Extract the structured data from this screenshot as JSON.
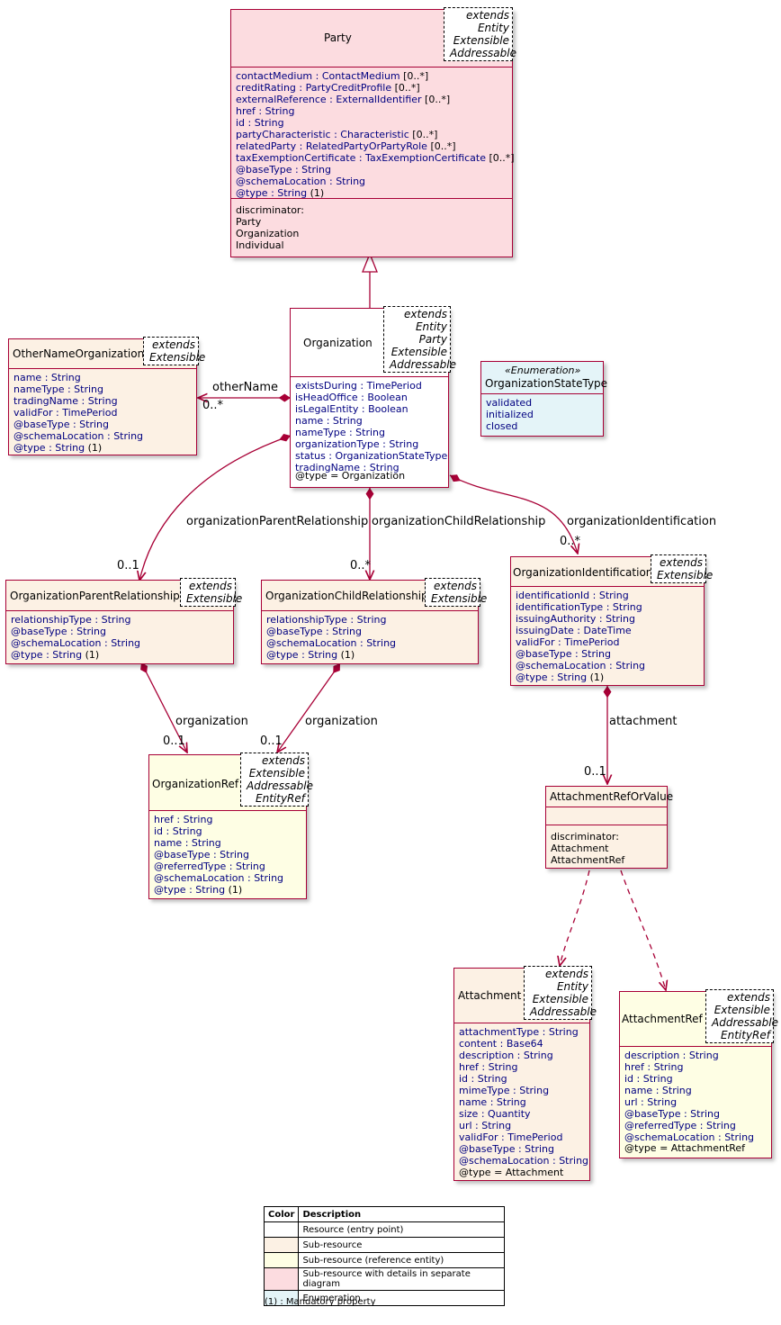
{
  "classes": {
    "party": {
      "name": "Party",
      "extends": [
        "extends",
        "Entity",
        "Extensible",
        "Addressable"
      ],
      "attributes": [
        {
          "t": "contactMedium : ContactMedium",
          "m": "[0..*]"
        },
        {
          "t": "creditRating : PartyCreditProfile",
          "m": "[0..*]"
        },
        {
          "t": "externalReference : ExternalIdentifier",
          "m": "[0..*]"
        },
        {
          "t": "href : String",
          "m": ""
        },
        {
          "t": "id : String",
          "m": ""
        },
        {
          "t": "partyCharacteristic : Characteristic",
          "m": "[0..*]"
        },
        {
          "t": "relatedParty : RelatedPartyOrPartyRole",
          "m": "[0..*]"
        },
        {
          "t": "taxExemptionCertificate : TaxExemptionCertificate",
          "m": "[0..*]"
        },
        {
          "t": "@baseType : String",
          "m": ""
        },
        {
          "t": "@schemaLocation : String",
          "m": ""
        },
        {
          "t": "@type : String",
          "m": "(1)"
        }
      ],
      "discriminator": [
        "discriminator:",
        "Party",
        "Organization",
        "Individual"
      ]
    },
    "organization": {
      "name": "Organization",
      "extends": [
        "extends",
        "Entity",
        "Party",
        "Extensible",
        "Addressable"
      ],
      "attributes": [
        {
          "t": "existsDuring : TimePeriod",
          "m": ""
        },
        {
          "t": "isHeadOffice : Boolean",
          "m": ""
        },
        {
          "t": "isLegalEntity : Boolean",
          "m": ""
        },
        {
          "t": "name : String",
          "m": ""
        },
        {
          "t": "nameType : String",
          "m": ""
        },
        {
          "t": "organizationType : String",
          "m": ""
        },
        {
          "t": "status : OrganizationStateType",
          "m": ""
        },
        {
          "t": "tradingName : String",
          "m": ""
        }
      ],
      "fixed": "@type = Organization"
    },
    "other_name": {
      "name": "OtherNameOrganization",
      "extends": [
        "extends",
        "Extensible"
      ],
      "attributes": [
        {
          "t": "name : String",
          "m": ""
        },
        {
          "t": "nameType : String",
          "m": ""
        },
        {
          "t": "tradingName : String",
          "m": ""
        },
        {
          "t": "validFor : TimePeriod",
          "m": ""
        },
        {
          "t": "@baseType : String",
          "m": ""
        },
        {
          "t": "@schemaLocation : String",
          "m": ""
        },
        {
          "t": "@type : String",
          "m": "(1)"
        }
      ]
    },
    "state_type": {
      "stereotype": "«Enumeration»",
      "name": "OrganizationStateType",
      "values": [
        "validated",
        "initialized",
        "closed"
      ]
    },
    "parent_rel": {
      "name": "OrganizationParentRelationship",
      "extends": [
        "extends",
        "Extensible"
      ],
      "attributes": [
        {
          "t": "relationshipType : String",
          "m": ""
        },
        {
          "t": "@baseType : String",
          "m": ""
        },
        {
          "t": "@schemaLocation : String",
          "m": ""
        },
        {
          "t": "@type : String",
          "m": "(1)"
        }
      ]
    },
    "child_rel": {
      "name": "OrganizationChildRelationship",
      "extends": [
        "extends",
        "Extensible"
      ],
      "attributes": [
        {
          "t": "relationshipType : String",
          "m": ""
        },
        {
          "t": "@baseType : String",
          "m": ""
        },
        {
          "t": "@schemaLocation : String",
          "m": ""
        },
        {
          "t": "@type : String",
          "m": "(1)"
        }
      ]
    },
    "org_ident": {
      "name": "OrganizationIdentification",
      "extends": [
        "extends",
        "Extensible"
      ],
      "attributes": [
        {
          "t": "identificationId : String",
          "m": ""
        },
        {
          "t": "identificationType : String",
          "m": ""
        },
        {
          "t": "issuingAuthority : String",
          "m": ""
        },
        {
          "t": "issuingDate : DateTime",
          "m": ""
        },
        {
          "t": "validFor : TimePeriod",
          "m": ""
        },
        {
          "t": "@baseType : String",
          "m": ""
        },
        {
          "t": "@schemaLocation : String",
          "m": ""
        },
        {
          "t": "@type : String",
          "m": "(1)"
        }
      ]
    },
    "org_ref": {
      "name": "OrganizationRef",
      "extends": [
        "extends",
        "Extensible",
        "Addressable",
        "EntityRef"
      ],
      "attributes": [
        {
          "t": "href : String",
          "m": ""
        },
        {
          "t": "id : String",
          "m": ""
        },
        {
          "t": "name : String",
          "m": ""
        },
        {
          "t": "@baseType : String",
          "m": ""
        },
        {
          "t": "@referredType : String",
          "m": ""
        },
        {
          "t": "@schemaLocation : String",
          "m": ""
        },
        {
          "t": "@type : String",
          "m": "(1)"
        }
      ]
    },
    "att_ref_or_value": {
      "name": "AttachmentRefOrValue",
      "discriminator": [
        "discriminator:",
        "Attachment",
        "AttachmentRef"
      ]
    },
    "attachment": {
      "name": "Attachment",
      "extends": [
        "extends",
        "Entity",
        "Extensible",
        "Addressable"
      ],
      "attributes": [
        {
          "t": "attachmentType : String",
          "m": ""
        },
        {
          "t": "content : Base64",
          "m": ""
        },
        {
          "t": "description : String",
          "m": ""
        },
        {
          "t": "href : String",
          "m": ""
        },
        {
          "t": "id : String",
          "m": ""
        },
        {
          "t": "mimeType : String",
          "m": ""
        },
        {
          "t": "name : String",
          "m": ""
        },
        {
          "t": "size : Quantity",
          "m": ""
        },
        {
          "t": "url : String",
          "m": ""
        },
        {
          "t": "validFor : TimePeriod",
          "m": ""
        },
        {
          "t": "@baseType : String",
          "m": ""
        },
        {
          "t": "@schemaLocation : String",
          "m": ""
        }
      ],
      "fixed": "@type = Attachment"
    },
    "attachment_ref": {
      "name": "AttachmentRef",
      "extends": [
        "extends",
        "Extensible",
        "Addressable",
        "EntityRef"
      ],
      "attributes": [
        {
          "t": "description : String",
          "m": ""
        },
        {
          "t": "href : String",
          "m": ""
        },
        {
          "t": "id : String",
          "m": ""
        },
        {
          "t": "name : String",
          "m": ""
        },
        {
          "t": "url : String",
          "m": ""
        },
        {
          "t": "@baseType : String",
          "m": ""
        },
        {
          "t": "@referredType : String",
          "m": ""
        },
        {
          "t": "@schemaLocation : String",
          "m": ""
        }
      ],
      "fixed": "@type = AttachmentRef"
    }
  },
  "edges": {
    "other_name": {
      "label": "otherName",
      "mult": "0..*"
    },
    "parent_rel": {
      "label": "organizationParentRelationship",
      "mult": "0..1"
    },
    "child_rel": {
      "label": "organizationChildRelationship",
      "mult": "0..*"
    },
    "org_ident": {
      "label": "organizationIdentification",
      "mult": "0..*"
    },
    "parent_org": {
      "label": "organization",
      "mult": "0..1"
    },
    "child_org": {
      "label": "organization",
      "mult": "0..1"
    },
    "attachment": {
      "label": "attachment",
      "mult": "0..1"
    }
  },
  "legend": {
    "headers": [
      "Color",
      "Description"
    ],
    "rows": [
      {
        "color": "#ffffff",
        "desc": "Resource (entry point)"
      },
      {
        "color": "#fcf1e4",
        "desc": "Sub-resource"
      },
      {
        "color": "#fefee4",
        "desc": "Sub-resource (reference entity)"
      },
      {
        "color": "#fcdce0",
        "desc": "Sub-resource with details in separate diagram"
      },
      {
        "color": "#e4f4f8",
        "desc": "Enumeration"
      }
    ],
    "note": "(1) : Mandatory property"
  }
}
